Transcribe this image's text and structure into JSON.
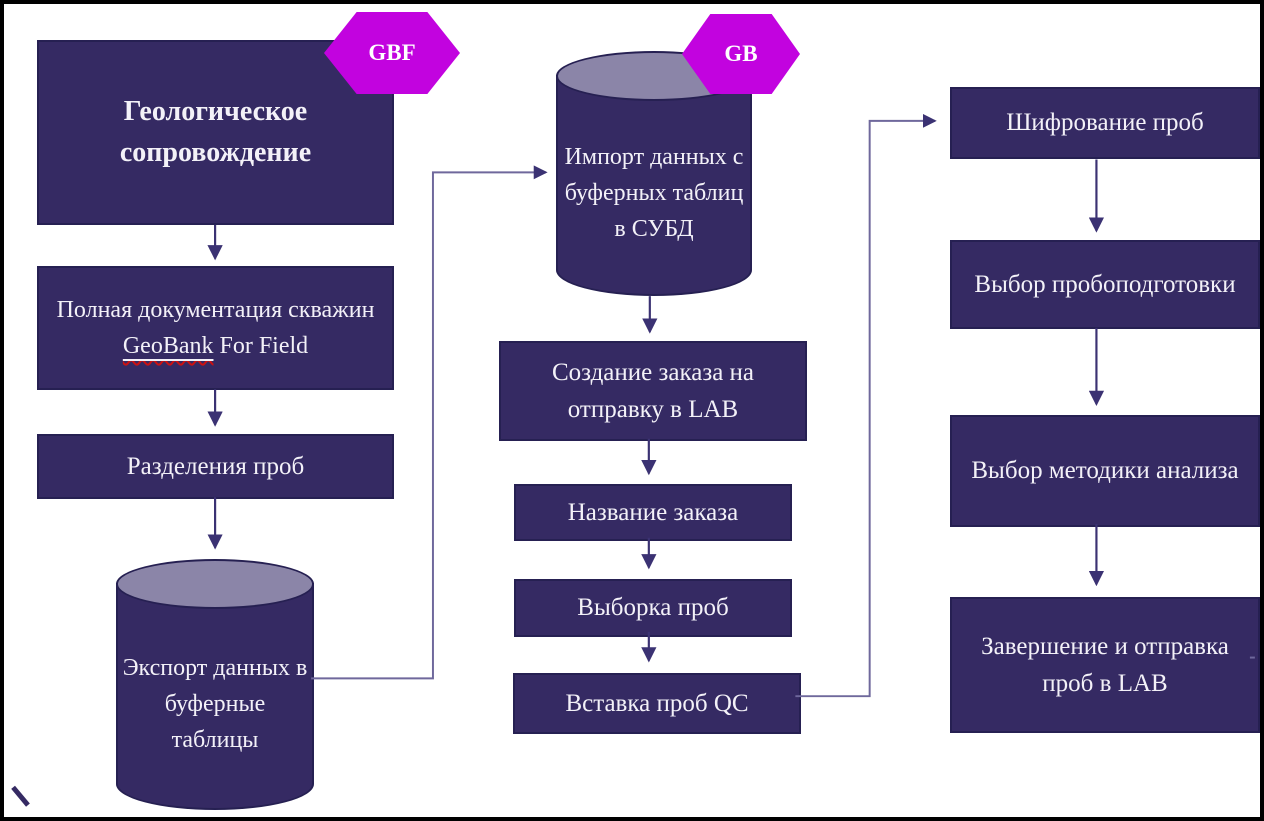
{
  "colors": {
    "node_fill": "#352a63",
    "node_border": "#262052",
    "node_text": "#f3f1f8",
    "cylinder_top": "#8b85a8",
    "badge_fill": "#c203df",
    "badge_text": "#ffffff",
    "connector": "#3b3273",
    "connector_light": "#6f689c",
    "frame": "#000000",
    "spellcheck": "#cc1111"
  },
  "flow": {
    "left": {
      "badge": "GBF",
      "header": "Геологическое сопровождение",
      "documentation": {
        "before": "Полная документация скважин ",
        "term": "GeoBank",
        "after": " For Field"
      },
      "sample_split": "Разделения проб",
      "export_buffer": "Экспорт данных в буферные таблицы"
    },
    "middle": {
      "badge": "GB",
      "import_buffer": "Импорт данных с буферных таблиц в СУБД",
      "create_order": "Создание заказа на отправку в LAB",
      "order_name": "Название заказа",
      "sample_selection": "Выборка проб",
      "insert_qc": "Вставка проб QC"
    },
    "right": {
      "ciphering": "Шифрование проб",
      "prep_selection": "Выбор пробоподготовки",
      "method_selection": "Выбор методики анализа",
      "finish_send": "Завершение и отправка проб в LAB"
    }
  }
}
